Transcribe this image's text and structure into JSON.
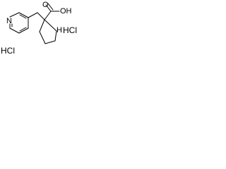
{
  "molecule": {
    "atoms": {
      "pyridine_nitrogen": "N",
      "carboxyl_oxygen": "O",
      "hydroxyl": "OH",
      "pyrrolidine_nitrogen": "H"
    },
    "salts": {
      "right": "HCl",
      "left": "HCl"
    }
  },
  "colors": {
    "ink": "#000000",
    "background": "#ffffff"
  }
}
